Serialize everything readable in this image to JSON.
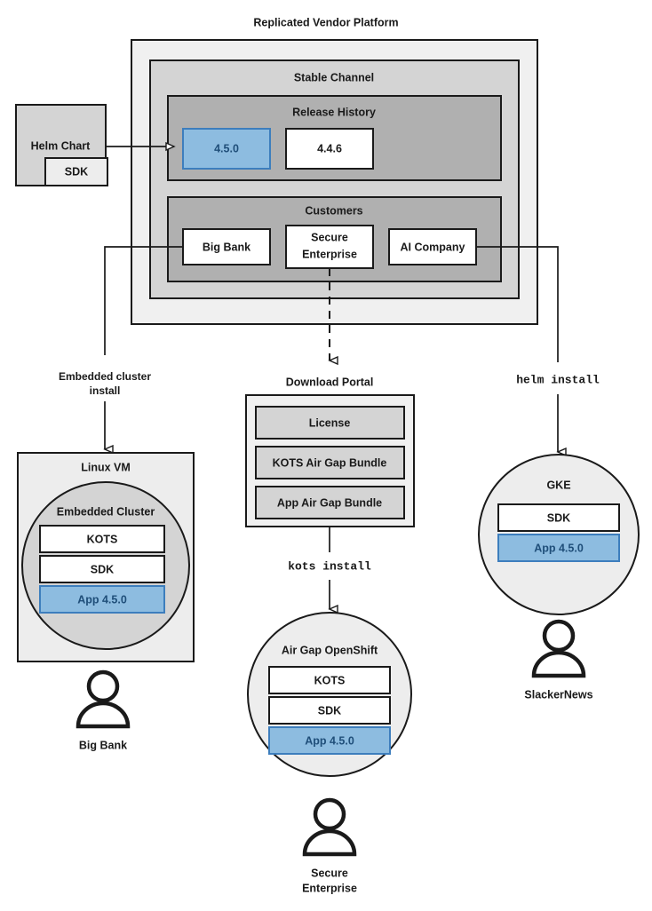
{
  "diagram": {
    "title": "Replicated Vendor Platform",
    "colors": {
      "layer_outer": "#f0f0f0",
      "layer_middle": "#d4d4d4",
      "layer_inner": "#b0b0b0",
      "box_white": "#ffffff",
      "box_gray": "#d4d4d4",
      "box_light": "#ededed",
      "accent_blue_fill": "#8dbce0",
      "accent_blue_stroke": "#3d7ebd",
      "accent_blue_text": "#1f4e79",
      "stroke": "#1a1a1a"
    }
  },
  "platform": {
    "title": "Replicated Vendor Platform",
    "channel": {
      "label": "Stable Channel",
      "release_history": {
        "label": "Release History",
        "releases": [
          {
            "version": "4.5.0",
            "highlighted": true
          },
          {
            "version": "4.4.6",
            "highlighted": false
          }
        ]
      },
      "customers": {
        "label": "Customers",
        "items": [
          {
            "name": "Big Bank"
          },
          {
            "name": "Secure\nEnterprise",
            "line1": "Secure",
            "line2": "Enterprise"
          },
          {
            "name": "AI Company"
          }
        ]
      }
    }
  },
  "source": {
    "helm_chart": {
      "label": "Helm Chart",
      "sdk_label": "SDK"
    }
  },
  "edges": {
    "embedded_cluster_install": {
      "line1": "Embedded cluster",
      "line2": "install"
    },
    "kots_install": {
      "label": "kots install"
    },
    "helm_install": {
      "label": "helm install"
    }
  },
  "targets": {
    "linux_vm": {
      "label": "Linux VM",
      "cluster_label": "Embedded Cluster",
      "components": [
        {
          "label": "KOTS",
          "highlighted": false
        },
        {
          "label": "SDK",
          "highlighted": false
        },
        {
          "label": "App 4.5.0",
          "highlighted": true
        }
      ],
      "actor": "Big Bank"
    },
    "air_gap_openshift": {
      "label": "Air Gap OpenShift",
      "components": [
        {
          "label": "KOTS",
          "highlighted": false
        },
        {
          "label": "SDK",
          "highlighted": false
        },
        {
          "label": "App 4.5.0",
          "highlighted": true
        }
      ],
      "actor_line1": "Secure",
      "actor_line2": "Enterprise"
    },
    "gke": {
      "label": "GKE",
      "components": [
        {
          "label": "SDK",
          "highlighted": false
        },
        {
          "label": "App 4.5.0",
          "highlighted": true
        }
      ],
      "actor": "SlackerNews"
    }
  },
  "download_portal": {
    "label": "Download Portal",
    "artifacts": [
      {
        "label": "License"
      },
      {
        "label": "KOTS Air Gap Bundle"
      },
      {
        "label": "App Air Gap Bundle"
      }
    ]
  }
}
